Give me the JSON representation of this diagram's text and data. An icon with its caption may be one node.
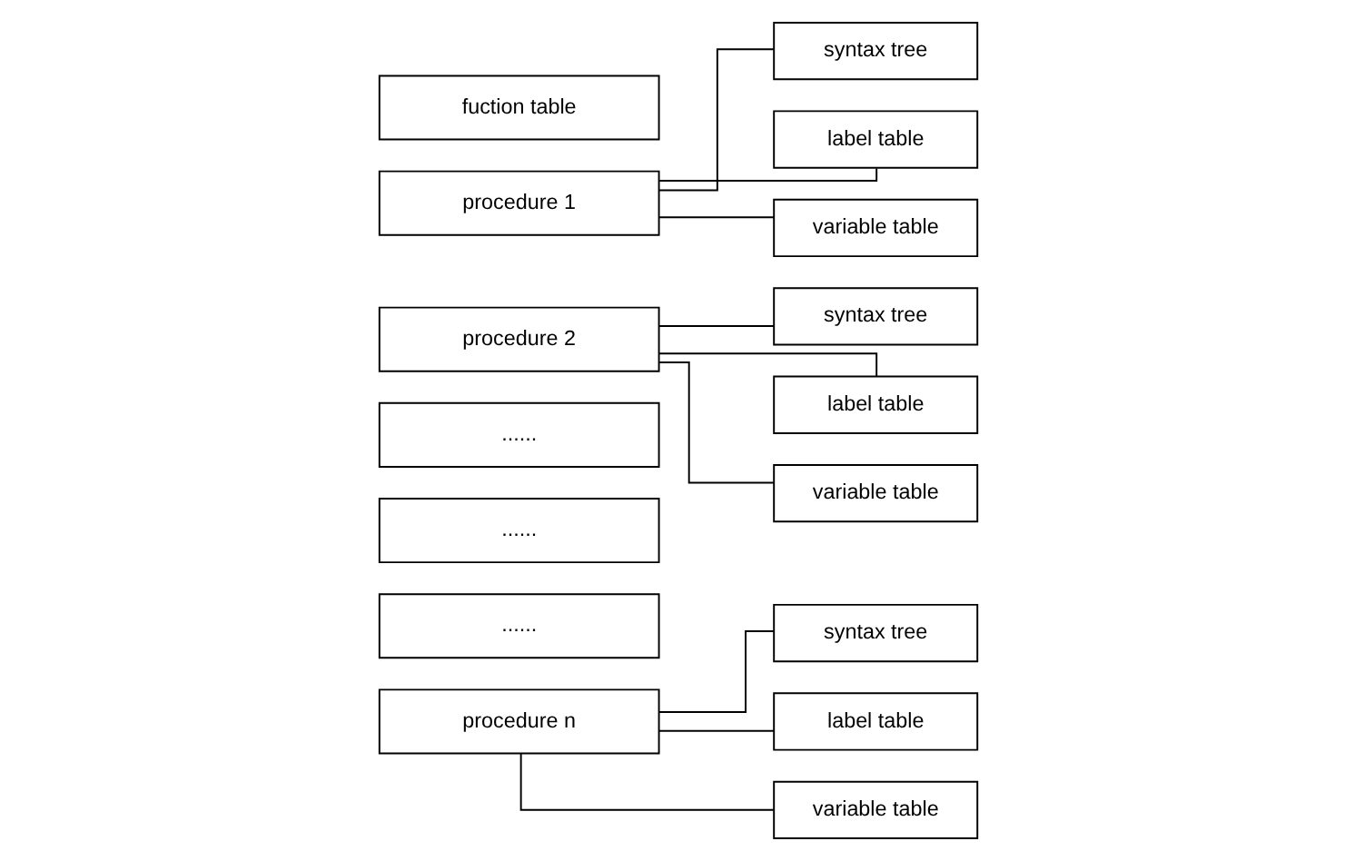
{
  "diagram": {
    "nodes": [
      {
        "text": [
          "fuction table"
        ]
      },
      {
        "text": [
          "procedure 1"
        ]
      },
      {
        "text": [
          "procedure 2"
        ]
      },
      {
        "text": [
          "......"
        ]
      },
      {
        "text": [
          "......"
        ]
      },
      {
        "text": [
          "......"
        ]
      },
      {
        "text": [
          "procedure n"
        ]
      },
      {
        "text": [
          "syntax tree"
        ]
      },
      {
        "text": [
          "label table"
        ]
      },
      {
        "text": [
          "variable table"
        ]
      },
      {
        "text": [
          "syntax tree"
        ]
      },
      {
        "text": [
          "label table"
        ]
      },
      {
        "text": [
          "variable table"
        ]
      },
      {
        "text": [
          "syntax tree"
        ]
      },
      {
        "text": [
          "label table"
        ]
      },
      {
        "text": [
          "variable table"
        ]
      }
    ],
    "edges": [
      {
        "from": 1,
        "to": 7,
        "arrow": "none"
      },
      {
        "from": 1,
        "to": 8,
        "arrow": "none"
      },
      {
        "from": 1,
        "to": 9,
        "arrow": "none"
      },
      {
        "from": 2,
        "to": 10,
        "arrow": "none"
      },
      {
        "from": 2,
        "to": 11,
        "arrow": "none"
      },
      {
        "from": 2,
        "to": 12,
        "arrow": "none"
      },
      {
        "from": 6,
        "to": 13,
        "arrow": "none"
      },
      {
        "from": 6,
        "to": 14,
        "arrow": "none"
      },
      {
        "from": 6,
        "to": 15,
        "arrow": "none"
      }
    ]
  }
}
